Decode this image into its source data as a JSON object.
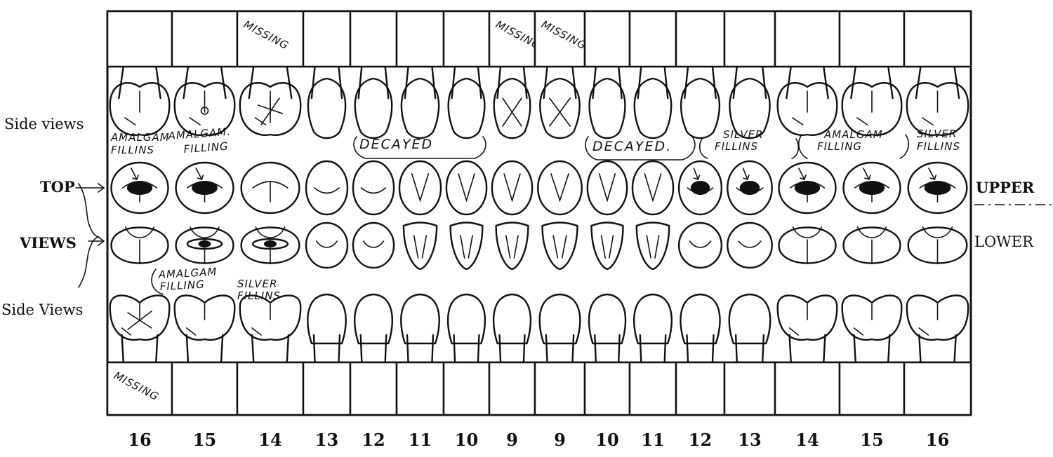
{
  "labels": {
    "side_views_upper": "Side views",
    "top": "TOP",
    "views": "VIEWS",
    "side_views_lower": "Side Views",
    "upper": "UPPER",
    "lower": "LOWER"
  },
  "tooth_numbers": [
    "16",
    "15",
    "14",
    "13",
    "12",
    "11",
    "10",
    "9",
    "9",
    "10",
    "11",
    "12",
    "13",
    "14",
    "15",
    "16"
  ],
  "upper_boxes": [
    "",
    "",
    "MISSING",
    "",
    "",
    "",
    "",
    "MISSING",
    "MISSING",
    "",
    "",
    "",
    "",
    "",
    "",
    ""
  ],
  "lower_boxes": [
    "MISSING",
    "",
    "",
    "",
    "",
    "",
    "",
    "",
    "",
    "",
    "",
    "",
    "",
    "",
    "",
    ""
  ],
  "annotations": {
    "amalgam_fillings_1a": "AMALGAM",
    "amalgam_fillings_1b": "FILLINS",
    "amalgam_filling_2a": "AMALGAM.",
    "amalgam_filling_2b": "FILLING",
    "decayed_left": "DECAYED",
    "decayed_right": "DECAYED.",
    "silver_fillings_1a": "SILVER",
    "silver_fillings_1b": "FILLINS",
    "amalgam_filling_3a": "AMALGAM",
    "amalgam_filling_3b": "FILLING",
    "silver_fillings_2a": "SILVER",
    "silver_fillings_2b": "FILLINS",
    "amalgam_filling_lower_a": "AMALGAM",
    "amalgam_filling_lower_b": "FILLING",
    "silver_fillings_lower_a": "SILVER",
    "silver_fillings_lower_b": "FILLINS"
  },
  "conditions": {
    "upper_top": [
      "amalgam",
      "amalgam",
      "",
      "",
      "decayed",
      "decayed",
      "decayed",
      "",
      "",
      "decayed",
      "decayed",
      "silver",
      "silver",
      "amalgam",
      "silver",
      "silver"
    ],
    "upper_side": [
      "",
      "",
      "",
      "",
      "decayed",
      "decayed",
      "decayed",
      "",
      "",
      "decayed",
      "decayed",
      "",
      "",
      "",
      "",
      ""
    ],
    "lower_top": [
      "",
      "amalgam",
      "silver",
      "",
      "",
      "",
      "",
      "",
      "",
      "",
      "",
      "",
      "",
      "",
      "",
      ""
    ]
  }
}
